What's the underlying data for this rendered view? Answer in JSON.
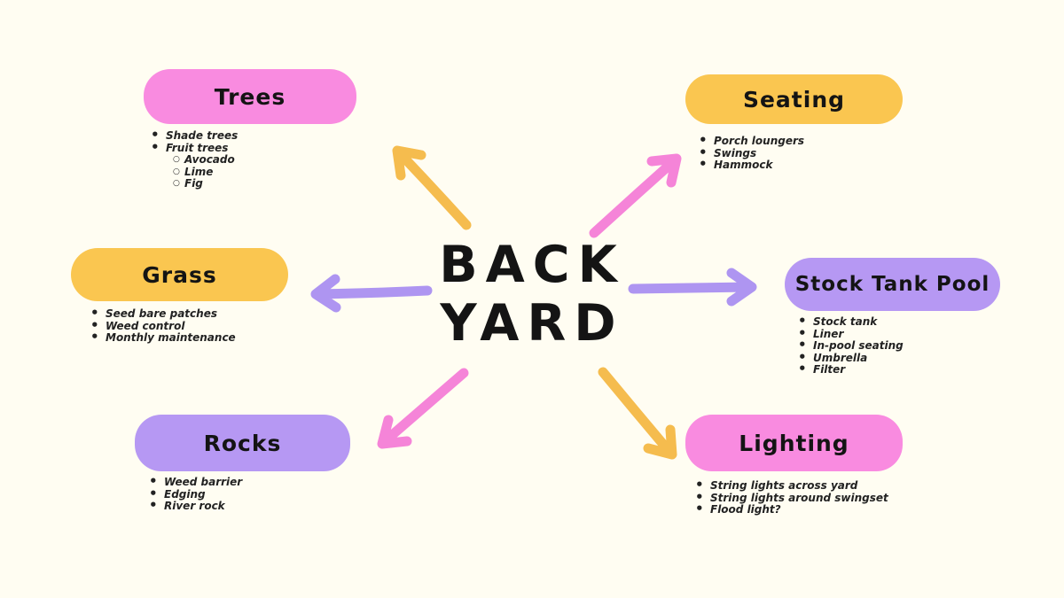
{
  "colors": {
    "background": "#FFFDF2",
    "pink": "#F98BE0",
    "yellow": "#FAC650",
    "purple": "#B698F3",
    "text": "#141414"
  },
  "center": {
    "line1": "BACK",
    "line2": "YARD"
  },
  "nodes": [
    {
      "id": "trees",
      "label": "Trees",
      "fill": "#F98BE0",
      "items": [
        {
          "text": "Shade trees",
          "level": 1
        },
        {
          "text": "Fruit trees",
          "level": 1
        },
        {
          "text": "Avocado",
          "level": 2
        },
        {
          "text": "Lime",
          "level": 2
        },
        {
          "text": "Fig",
          "level": 2
        }
      ]
    },
    {
      "id": "seating",
      "label": "Seating",
      "fill": "#FAC650",
      "items": [
        {
          "text": "Porch loungers",
          "level": 1
        },
        {
          "text": "Swings",
          "level": 1
        },
        {
          "text": "Hammock",
          "level": 1
        }
      ]
    },
    {
      "id": "grass",
      "label": "Grass",
      "fill": "#FAC650",
      "items": [
        {
          "text": "Seed bare patches",
          "level": 1
        },
        {
          "text": "Weed control",
          "level": 1
        },
        {
          "text": "Monthly maintenance",
          "level": 1
        }
      ]
    },
    {
      "id": "stock-tank-pool",
      "label": "Stock Tank Pool",
      "fill": "#B698F3",
      "items": [
        {
          "text": "Stock tank",
          "level": 1
        },
        {
          "text": "Liner",
          "level": 1
        },
        {
          "text": "In-pool seating",
          "level": 1
        },
        {
          "text": "Umbrella",
          "level": 1
        },
        {
          "text": "Filter",
          "level": 1
        }
      ]
    },
    {
      "id": "rocks",
      "label": "Rocks",
      "fill": "#B698F3",
      "items": [
        {
          "text": "Weed barrier",
          "level": 1
        },
        {
          "text": "Edging",
          "level": 1
        },
        {
          "text": "River rock",
          "level": 1
        }
      ]
    },
    {
      "id": "lighting",
      "label": "Lighting",
      "fill": "#F98BE0",
      "items": [
        {
          "text": "String lights across yard",
          "level": 1
        },
        {
          "text": "String lights around swingset",
          "level": 1
        },
        {
          "text": "Flood light?",
          "level": 1
        }
      ]
    }
  ],
  "arrows": [
    {
      "from": "BACK YARD",
      "to": "Trees",
      "color": "#F5BC4E"
    },
    {
      "from": "BACK YARD",
      "to": "Seating",
      "color": "#F584D8"
    },
    {
      "from": "BACK YARD",
      "to": "Grass",
      "color": "#AE95F1"
    },
    {
      "from": "BACK YARD",
      "to": "Stock Tank Pool",
      "color": "#AE95F1"
    },
    {
      "from": "BACK YARD",
      "to": "Rocks",
      "color": "#F584D8"
    },
    {
      "from": "BACK YARD",
      "to": "Lighting",
      "color": "#F5BC4E"
    }
  ]
}
